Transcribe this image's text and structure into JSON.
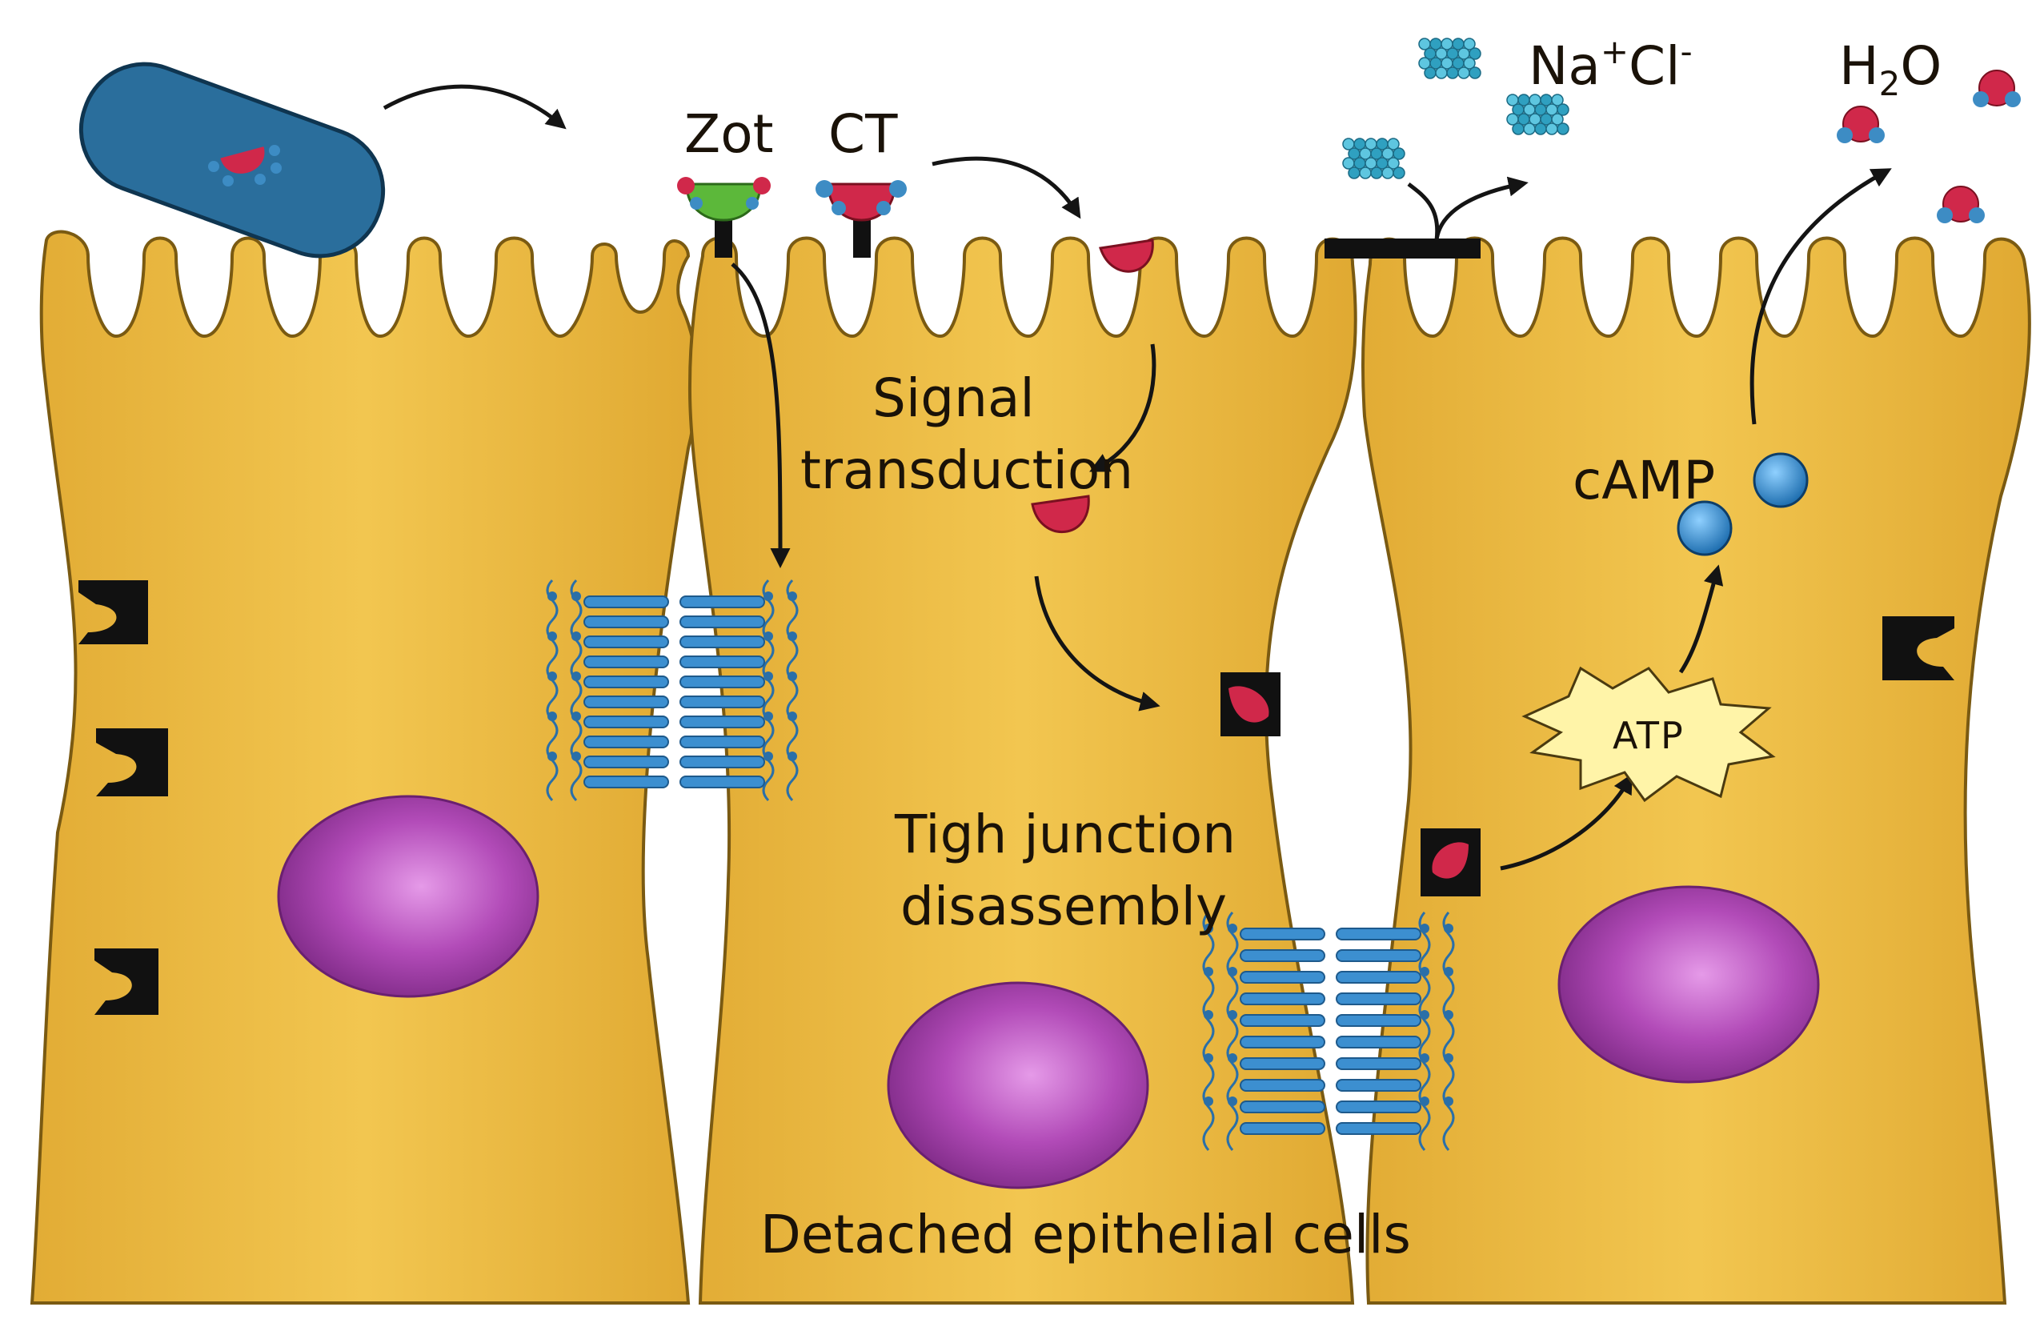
{
  "figure": {
    "labels": {
      "zot": "Zot",
      "ct": "CT",
      "na_cl": {
        "na": "Na",
        "na_charge": "+",
        "cl": "Cl",
        "cl_charge": "-"
      },
      "water": {
        "h": "H",
        "sub": "2",
        "o": "O"
      },
      "signal_line1": "Signal",
      "signal_line2": "transduction",
      "camp": "cAMP",
      "atp": "ATP",
      "tj_line1": "Tigh junction",
      "tj_line2": "disassembly",
      "detached": "Detached epithelial cells"
    },
    "colors": {
      "cell_fill": "#F0C24A",
      "cell_stroke": "#7A5A12",
      "nucleus": "#B24BB8",
      "bacterium": "#2A6E9C",
      "toxin_red": "#D0284A",
      "toxin_blue": "#3D8CC4",
      "zot_green": "#5CB83A",
      "tight_junction_blue": "#3C8FD0",
      "camp_blue": "#2D8FD8",
      "salt_teal": "#2FA0C0",
      "junction_black": "#111111",
      "atp_burst": "#FFF4A8"
    }
  }
}
